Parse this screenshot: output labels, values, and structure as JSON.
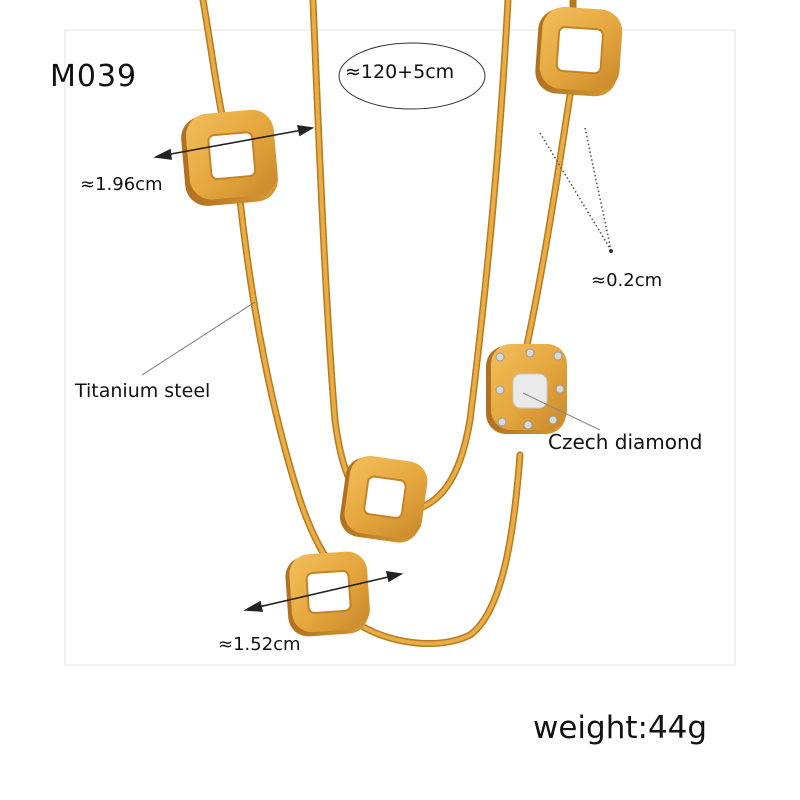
{
  "product": {
    "model_code": "M039",
    "annotations": {
      "length": "≈120+5cm",
      "large_pendant_width": "≈1.96cm",
      "chain_thickness": "≈0.2cm",
      "material": "Titanium steel",
      "stone": "Czech diamond",
      "small_pendant_width": "≈1.52cm",
      "weight": "weight:44g"
    },
    "colors": {
      "gold": "#E2A43A",
      "gold_dark": "#B97A1E",
      "gold_light": "#F2C46A",
      "annotation_line": "#555555",
      "stone": "#E8E8E8",
      "frame": "#F1F1F1"
    }
  }
}
